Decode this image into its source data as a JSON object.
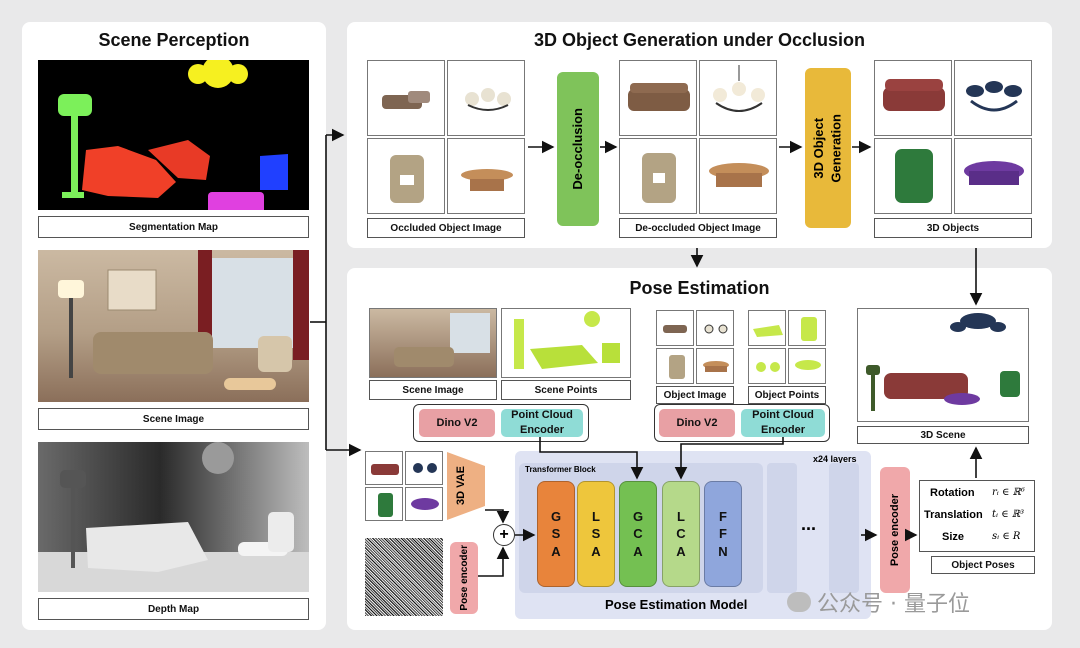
{
  "scene_perception": {
    "title": "Scene Perception",
    "seg_caption": "Segmentation Map",
    "scene_caption": "Scene Image",
    "depth_caption": "Depth Map"
  },
  "generation": {
    "title": "3D Object Generation under Occlusion",
    "occluded_caption": "Occluded Object Image",
    "deoccluded_caption": "De-occluded Object Image",
    "objects_caption": "3D Objects",
    "deocclusion_label": "De-occlusion",
    "objgen_label_1": "3D Object",
    "objgen_label_2": "Generation"
  },
  "pose": {
    "title": "Pose Estimation",
    "scene_image_caption": "Scene Image",
    "scene_points_caption": "Scene Points",
    "object_image_caption": "Object Image",
    "object_points_caption": "Object Points",
    "dino_1": "Dino V2",
    "pc_encoder_1a": "Point Cloud",
    "pc_encoder_1b": "Encoder",
    "dino_2": "Dino V2",
    "pc_encoder_2a": "Point Cloud",
    "pc_encoder_2b": "Encoder",
    "vae_label": "3D VAE",
    "pose_encoder_left": "Pose encoder",
    "transformer_label": "Transformer Block",
    "layers_label": "x24 layers",
    "layers": [
      "GSA",
      "LSA",
      "GCA",
      "LCA",
      "FFN"
    ],
    "ellipsis": "...",
    "pose_encoder_right": "Pose encoder",
    "model_label": "Pose Estimation Model",
    "scene3d_caption": "3D Scene",
    "poses_caption": "Object Poses",
    "rotation_label": "Rotation",
    "rotation_formula": "rᵢ ∈ ℝ⁶",
    "translation_label": "Translation",
    "translation_formula": "tᵢ ∈ ℝ³",
    "size_label": "Size",
    "size_formula": "sᵢ ∈ R",
    "plus": "+"
  },
  "watermark": {
    "text": "公众号 · 量子位"
  },
  "colors": {
    "deocclusion": "#7fc35a",
    "objgen": "#e8b93a",
    "dino": "#e8a0a4",
    "pc_encoder": "#8fdcd6",
    "vae": "#eeb083",
    "pose_encoder": "#f0a8aa",
    "gsa": "#e8843b",
    "lsa": "#eec63c",
    "gca": "#74c052",
    "lca": "#b5d98a",
    "ffn": "#8fa6dc",
    "model_bg": "#dfe3f3"
  }
}
